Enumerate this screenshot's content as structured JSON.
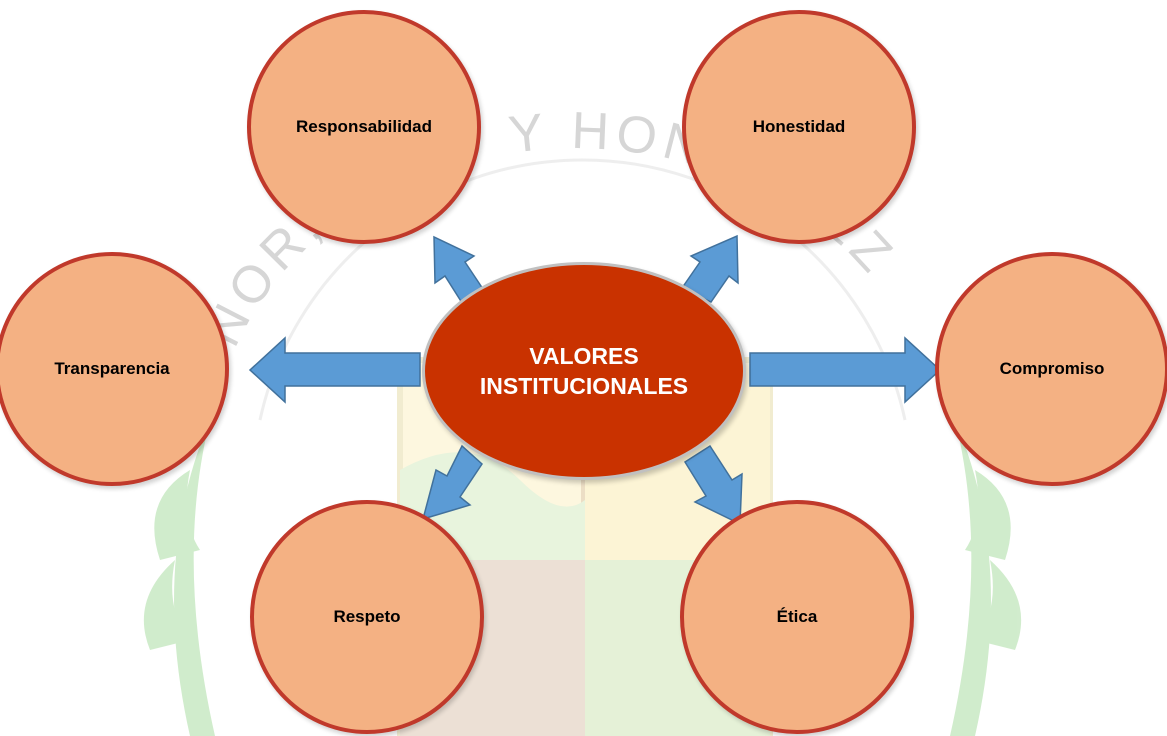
{
  "diagram": {
    "center": {
      "label": "VALORES INSTITUCIONALES"
    },
    "values": [
      {
        "id": "resp",
        "label": "Responsabilidad"
      },
      {
        "id": "hon",
        "label": "Honestidad"
      },
      {
        "id": "trans",
        "label": "Transparencia"
      },
      {
        "id": "comp",
        "label": "Compromiso"
      },
      {
        "id": "respeto",
        "label": "Respeto"
      },
      {
        "id": "etica",
        "label": "Ética"
      }
    ]
  },
  "watermark": {
    "motto_partial": "NOR, BAJO Y HONRADEZ"
  },
  "colors": {
    "circle_fill": "#f4b183",
    "circle_border": "#c0392b",
    "center_fill": "#c93200",
    "arrow_fill": "#5b9bd5"
  }
}
